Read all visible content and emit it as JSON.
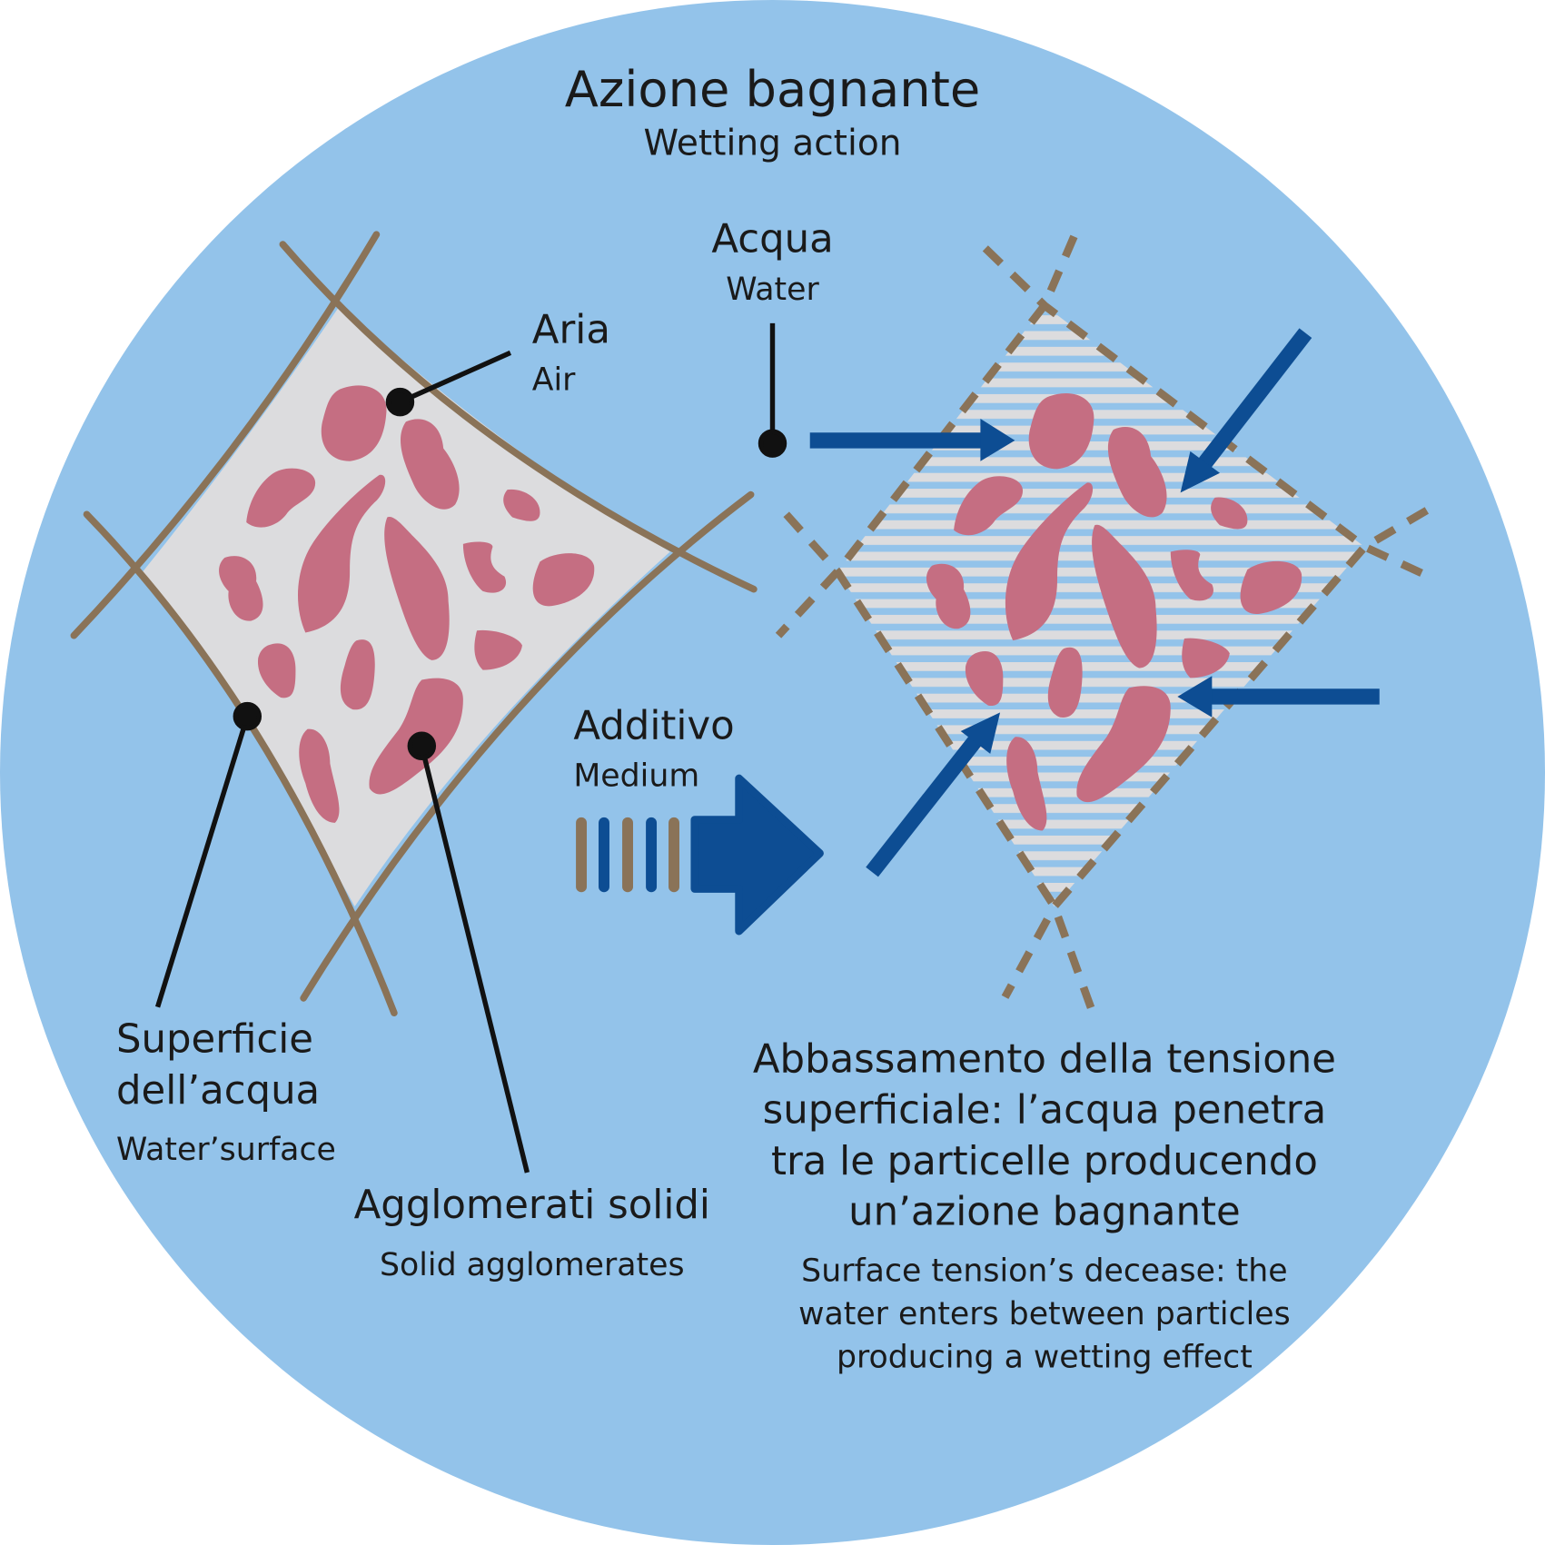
{
  "title": "Azione bagnante",
  "subtitle": "Wetting action",
  "labels": {
    "air_it": "Aria",
    "air_en": "Air",
    "water_it": "Acqua",
    "water_en": "Water",
    "additive_it": "Additivo",
    "additive_en": "Medium",
    "surface_it_1": "Superficie",
    "surface_it_2": "dell’acqua",
    "surface_en": "Water’surface",
    "agglomerates_it": "Agglomerati solidi",
    "agglomerates_en": "Solid agglomerates"
  },
  "result": {
    "it": [
      "Abbassamento della tensione",
      "superficiale: l’acqua penetra",
      "tra le particelle producendo",
      "un’azione bagnante"
    ],
    "en": [
      "Surface tension’s decease: the",
      "water enters between particles",
      "producing a wetting effect"
    ]
  },
  "colors": {
    "background_circle": "#93c3ea",
    "surface_line": "#8a7358",
    "particle": "#c56e82",
    "air_fill": "#dcdcde",
    "arrow": "#0d4d93"
  }
}
